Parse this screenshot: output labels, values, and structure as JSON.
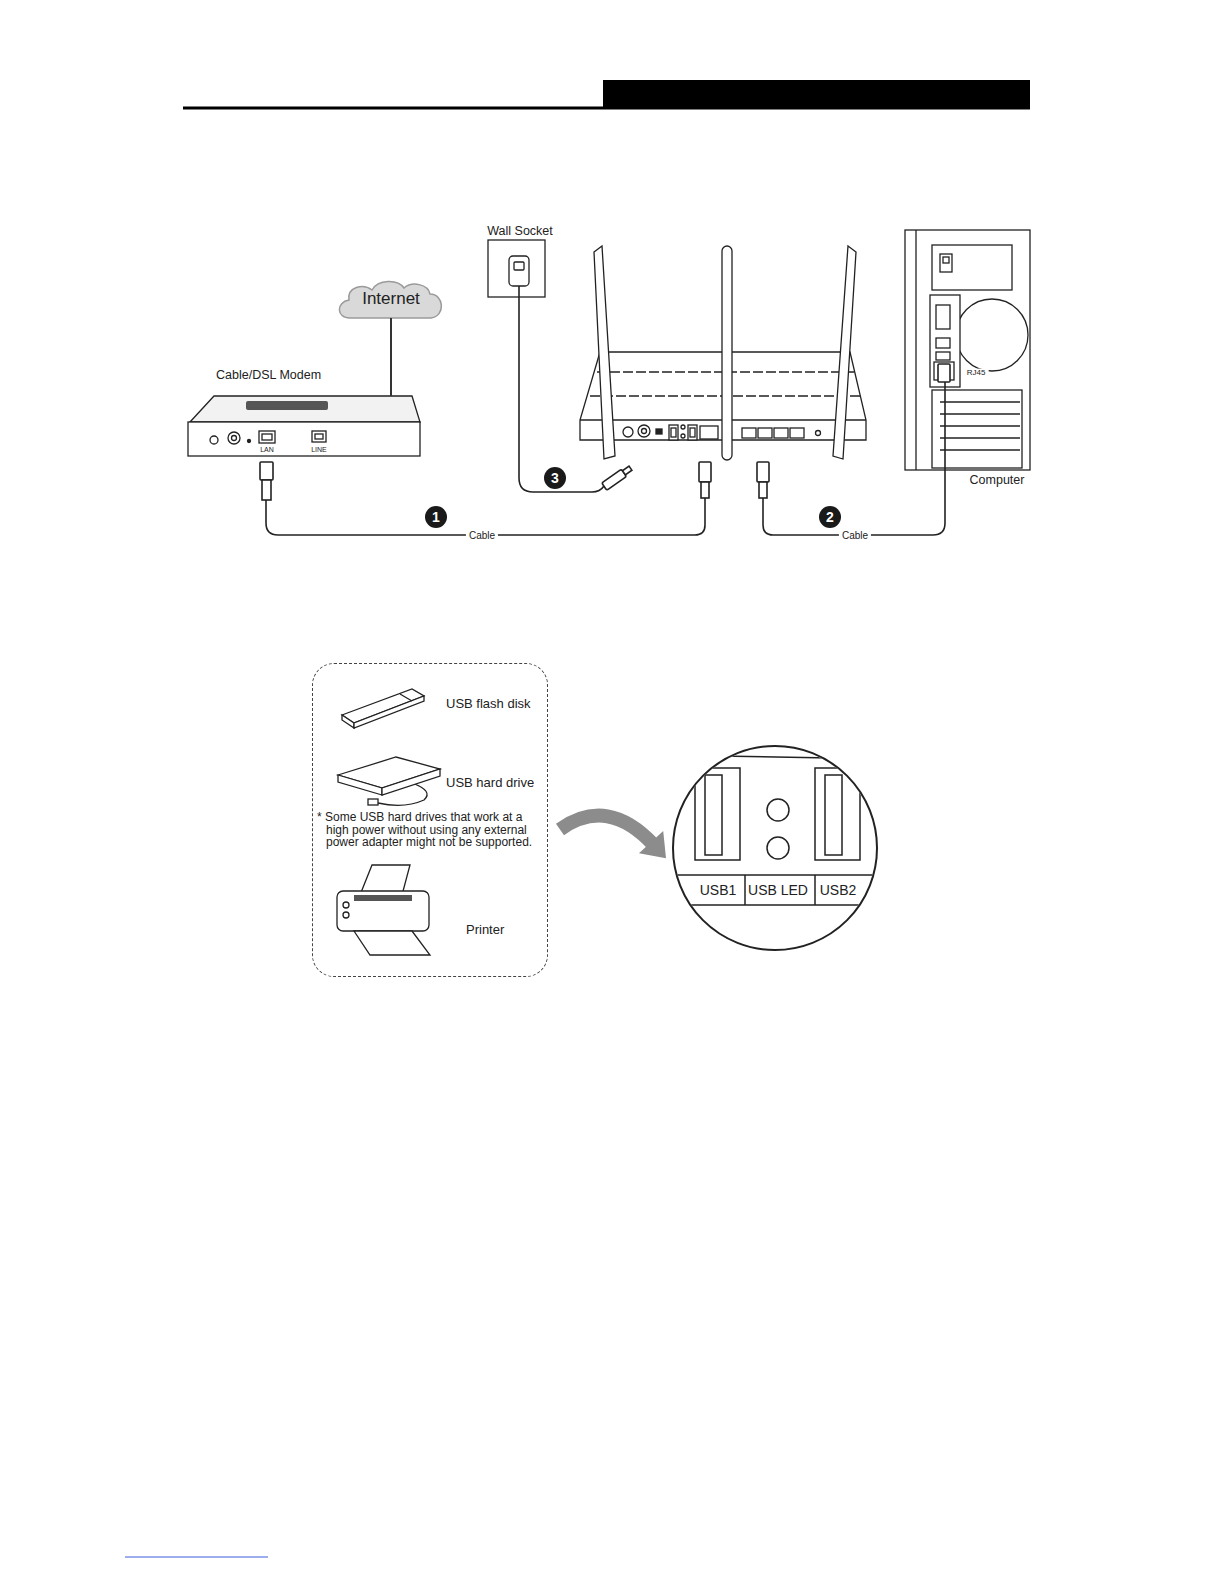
{
  "diagram": {
    "nodes": [
      {
        "text": [
          "Internet"
        ]
      },
      {
        "text": [
          "Cable/DSL Modem"
        ]
      },
      {
        "text": [
          "Wall Socket"
        ]
      },
      {
        "text": [
          "Computer"
        ]
      },
      {
        "text": [
          "USB flash disk",
          "USB hard drive",
          "* Some USB hard drives that work at a high power without using any external power adapter might not be supported.",
          "Printer"
        ]
      },
      {
        "text": [
          "USB1",
          "USB LED",
          "USB2"
        ]
      }
    ],
    "edges": [
      {
        "from": 0,
        "to": 1,
        "arrow": "none"
      },
      {
        "from": 4,
        "to": 5,
        "arrow": "to"
      }
    ],
    "labels": [
      "LAN",
      "LINE",
      "RJ45",
      "3",
      "1",
      "Cable",
      "2",
      "Cable"
    ]
  }
}
